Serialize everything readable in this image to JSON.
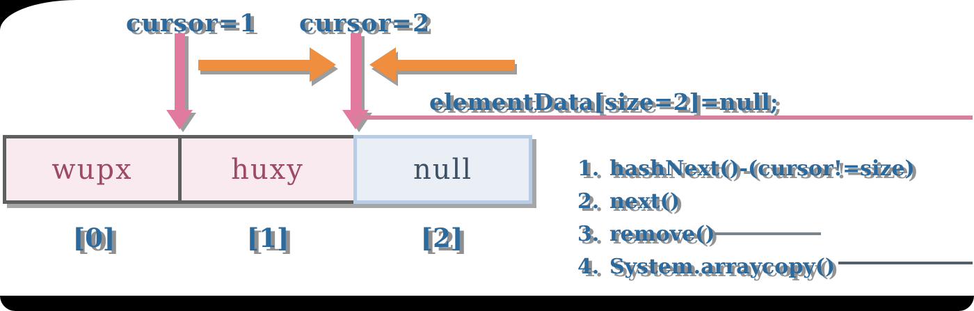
{
  "colors": {
    "blue_text": "#2c699c",
    "pink_arrow": "#e17a9e",
    "pink_line": "#d5819d",
    "orange_arrow": "#ee8e3e",
    "shadow_gray": "#939393",
    "cell_pink_bg": "#f9eaef",
    "cell_pink_text": "#9c4a66",
    "null_cell_bg": "#eaeff5",
    "null_cell_border": "#b9cce4",
    "null_cell_text": "#3e5064",
    "cell_border": "#5f5f5f",
    "frame_black": "#000000"
  },
  "annotations": {
    "cursor_left": "cursor=1",
    "cursor_right": "cursor=2",
    "assignment": "elementData[size=2]=null;"
  },
  "array": {
    "cells": [
      {
        "value": "wupx",
        "index": "[0]"
      },
      {
        "value": "huxy",
        "index": "[1]"
      },
      {
        "value": "null",
        "index": "[2]"
      }
    ]
  },
  "steps": [
    {
      "num": "1.",
      "label": "hashNext()-(cursor!=size)"
    },
    {
      "num": "2.",
      "label": "next()"
    },
    {
      "num": "3.",
      "label": "remove()"
    },
    {
      "num": "4.",
      "label": "System.arraycopy()"
    }
  ]
}
